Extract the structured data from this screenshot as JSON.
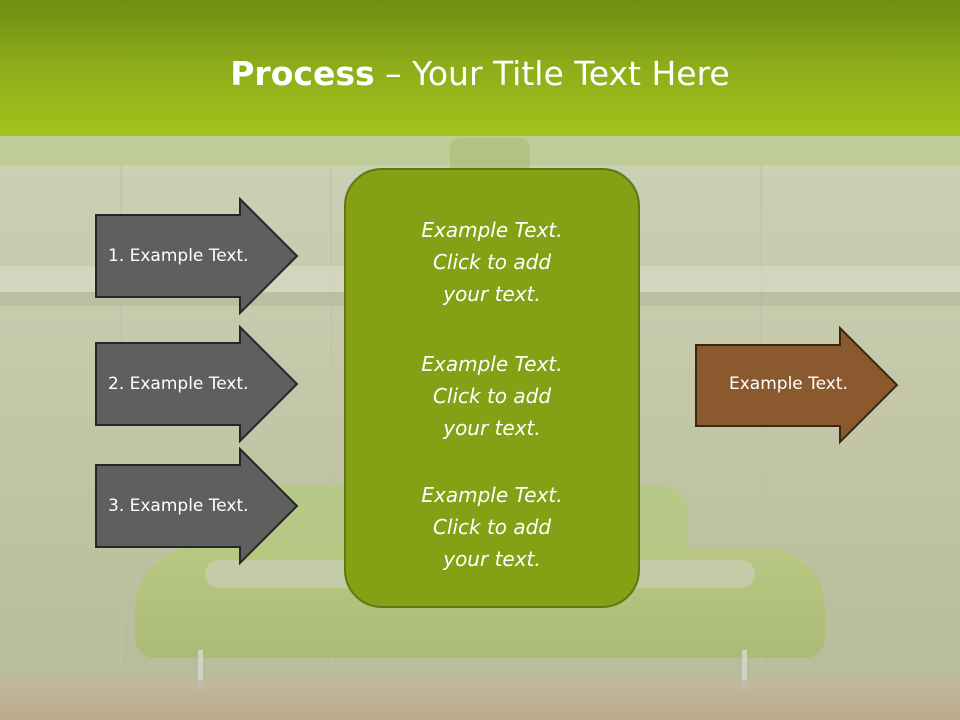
{
  "header": {
    "title_bold": "Process",
    "title_rest": " – Your Title Text Here",
    "color_top": "#6f8d12",
    "color_bottom": "#a2c21c"
  },
  "left_arrows": [
    {
      "label": "1. Example Text."
    },
    {
      "label": "2. Example Text."
    },
    {
      "label": "3. Example Text."
    }
  ],
  "center_box": {
    "blocks": [
      {
        "lines": [
          "Example Text.",
          "Click  to add",
          "your text."
        ]
      },
      {
        "lines": [
          "Example Text.",
          "Click  to add",
          "your text."
        ]
      },
      {
        "lines": [
          "Example Text.",
          "Click  to add",
          "your text."
        ]
      }
    ],
    "fill": "#85a015"
  },
  "right_arrow": {
    "label": "Example Text.",
    "fill": "#8a5a2e"
  },
  "colors": {
    "left_arrow_fill": "#5f5f5f",
    "left_arrow_stroke": "#262626"
  }
}
